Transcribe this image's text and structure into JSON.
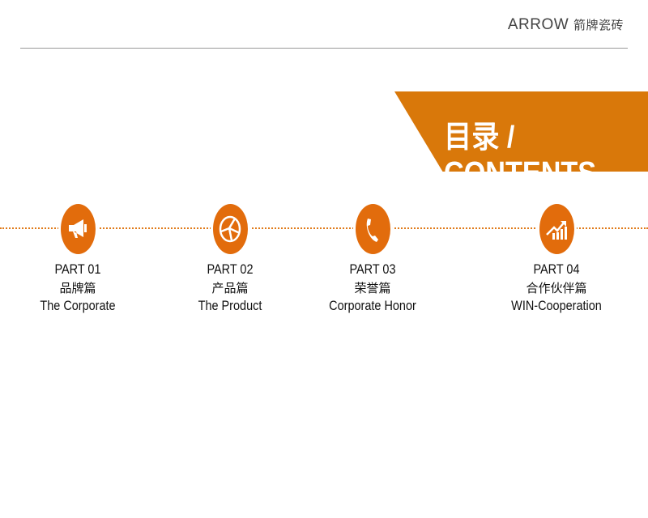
{
  "header": {
    "brand_en": "ARROW",
    "brand_cn": "箭牌瓷砖"
  },
  "banner": {
    "title": "目录 / CONTENTS"
  },
  "colors": {
    "accent": "#D9780A",
    "circle": "#E26C0C"
  },
  "parts": [
    {
      "label": "PART 01",
      "cn": "品牌篇",
      "en": "The Corporate",
      "icon": "megaphone-icon"
    },
    {
      "label": "PART 02",
      "cn": "产品篇",
      "en": "The Product",
      "icon": "network-icon"
    },
    {
      "label": "PART 03",
      "cn": "荣誉篇",
      "en": "Corporate Honor",
      "icon": "phone-icon"
    },
    {
      "label": "PART 04",
      "cn": "合作伙伴篇",
      "en": "WIN-Cooperation",
      "icon": "growth-chart-icon"
    }
  ]
}
